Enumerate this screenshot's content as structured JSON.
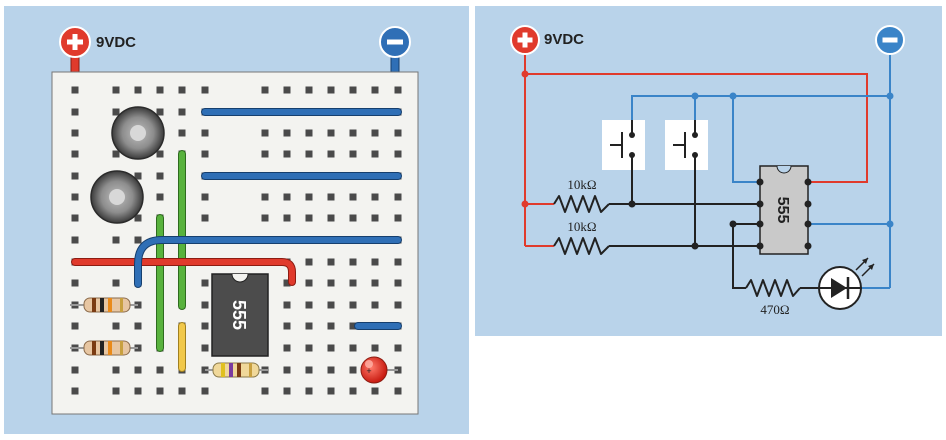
{
  "breadboard_panel": {
    "supply_label": "9VDC",
    "chip_label": "555",
    "colors": {
      "panel_bg": "#b9d3ea",
      "board": "#f3f3f0",
      "hole": "#4a4a4a",
      "wire_red": "#e03a2c",
      "wire_blue": "#2f6fb6",
      "wire_green": "#58b23d",
      "wire_yellow": "#f1c84a",
      "chip": "#4c4c4c"
    }
  },
  "schematic_panel": {
    "supply_label": "9VDC",
    "chip_label": "555",
    "resistor_top_label": "10kΩ",
    "resistor_bottom_label": "10kΩ",
    "resistor_led_label": "470Ω",
    "colors": {
      "panel_bg": "#b9d3ea",
      "wire_red": "#e03a2c",
      "wire_blue": "#3a84c8",
      "wire_black": "#222222",
      "chip": "#c9c9c9"
    }
  }
}
